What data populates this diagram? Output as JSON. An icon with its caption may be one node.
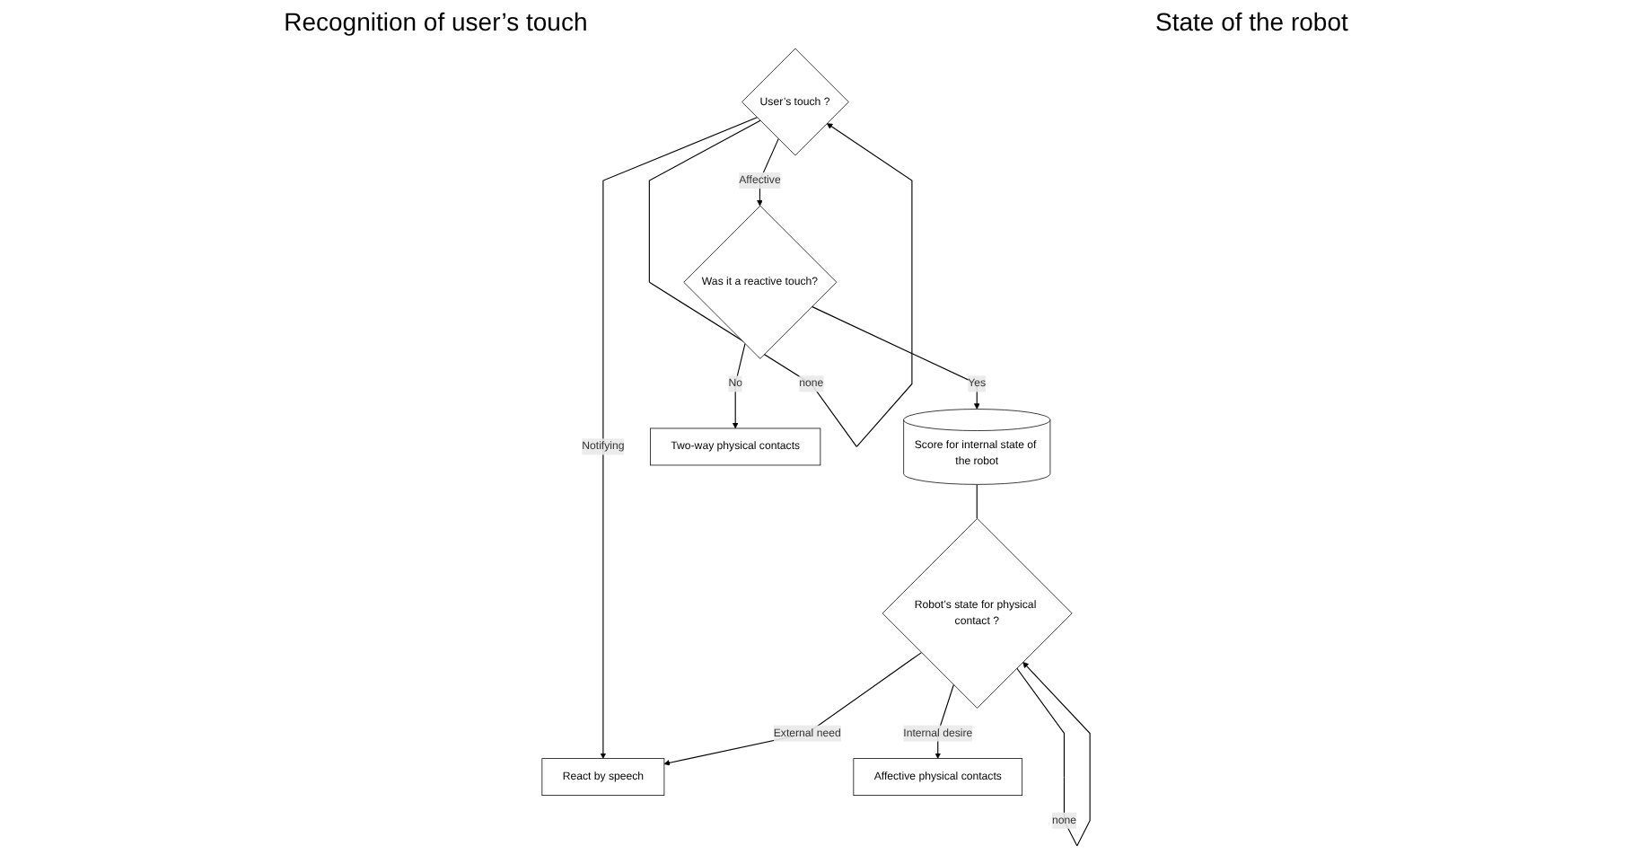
{
  "diagram": {
    "nodes": [
      {
        "text": [
          "User’s touch ?"
        ]
      },
      {
        "text": [
          "Was it a reactive touch?"
        ]
      },
      {
        "text": [
          "Robot’s state for physical contact ?"
        ]
      },
      {
        "text": [
          "Score for internal state of the robot"
        ]
      },
      {
        "text": [
          "React by speech"
        ]
      },
      {
        "text": [
          "Two-way physical contacts"
        ]
      },
      {
        "text": [
          "Affective physical contacts"
        ]
      }
    ],
    "edges": [
      {
        "from": 0,
        "to": 0,
        "arrow": "to",
        "label": "none"
      },
      {
        "from": 0,
        "to": 1,
        "arrow": "to",
        "label": "Affective"
      },
      {
        "from": 0,
        "to": 4,
        "arrow": "to",
        "label": "Notifying"
      },
      {
        "from": 1,
        "to": 5,
        "arrow": "to",
        "label": "No"
      },
      {
        "from": 1,
        "to": 3,
        "arrow": "to",
        "label": "Yes"
      },
      {
        "from": 2,
        "to": 2,
        "arrow": "to",
        "label": "none"
      },
      {
        "from": 2,
        "to": 4,
        "arrow": "to",
        "label": "External need"
      },
      {
        "from": 2,
        "to": 6,
        "arrow": "to",
        "label": "Internal desire"
      },
      {
        "from": 3,
        "to": 2,
        "arrow": "none"
      }
    ],
    "labels": [
      "Recognition of user’s touch",
      "State of the robot"
    ]
  }
}
